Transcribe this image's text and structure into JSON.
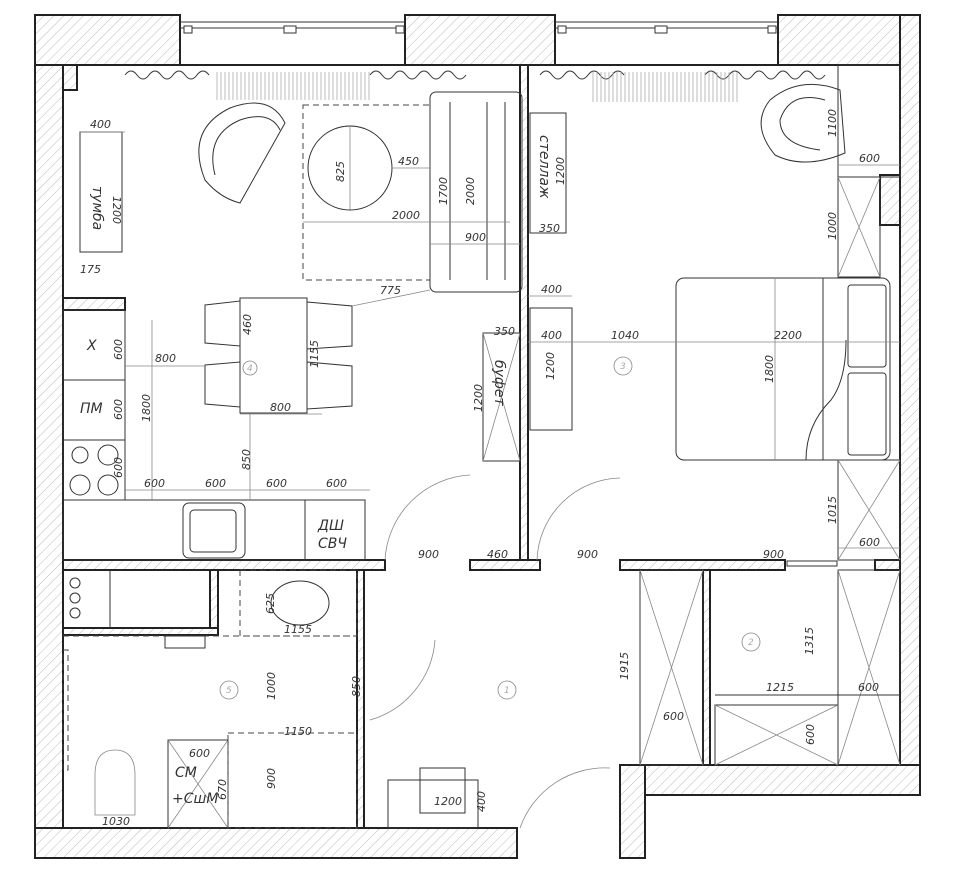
{
  "plan": {
    "living": {
      "tumba": "тумба",
      "tumba_w": "400",
      "tumba_l": "1200",
      "tumba_gap": "175",
      "table_d": "825",
      "table_gap": "450",
      "rug_w": "2000",
      "sofa_d1": "1700",
      "sofa_d2": "2000",
      "sofa_w": "900",
      "sofa_gap": "775",
      "chair_w": "460",
      "dining_l": "1155",
      "dining_gap": "800",
      "dining_w": "800",
      "dining_to_counter": "850",
      "kitchen_run": "1800",
      "fridge": "Х",
      "fridge_w": "600",
      "dishwasher_label": "ПМ",
      "pm_w": "600",
      "stove_w": "600",
      "counter": [
        "600",
        "600",
        "600",
        "600"
      ],
      "dw": "ДШ",
      "mw": "СВЧ",
      "buffet": "буфет",
      "buffet_w": "350",
      "buffet_l": "1200",
      "door_w": "900",
      "door_gap": "460",
      "room_no": "4"
    },
    "bedroom": {
      "shelf": "стеллаж",
      "shelf_l": "1200",
      "shelf_w": "350",
      "desk_w1": "400",
      "desk_w2": "400",
      "desk_l": "1200",
      "to_bed": "1040",
      "bed_l": "2200",
      "bed_w": "1800",
      "chair": "1100",
      "closet1_w": "600",
      "closet1_l": "1000",
      "closet2_l": "1015",
      "closet2_w": "600",
      "door_w": "900",
      "door2_w": "900",
      "room_no": "3"
    },
    "bathroom": {
      "sink_d": "625",
      "sink_w": "1155",
      "zone_h": "1000",
      "door": "850",
      "zone_w": "1150",
      "wm_w": "600",
      "wm_h": "900",
      "wm_label1": "СМ",
      "wm_label2": "+СшМ",
      "wm_d": "670",
      "wc": "1030",
      "room_no": "5"
    },
    "hall": {
      "bench_w": "1200",
      "bench_d": "400",
      "room_no": "1",
      "closet_l": "1915",
      "closet_w": "600"
    },
    "wardrobe": {
      "room_no": "2",
      "len": "1315",
      "width": "1215",
      "side": "600",
      "depth": "600"
    }
  }
}
